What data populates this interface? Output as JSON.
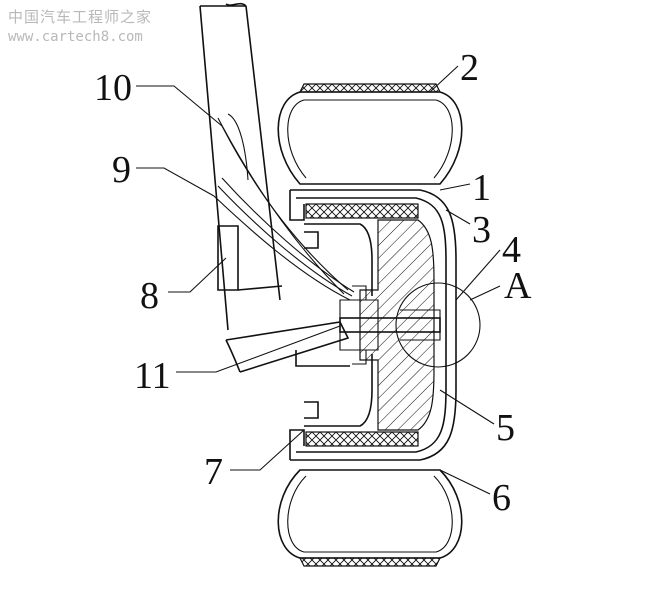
{
  "watermark": {
    "site_name": "中国汽车工程师之家",
    "url": "www.cartech8.com"
  },
  "callouts": {
    "c1": "1",
    "c2": "2",
    "c3": "3",
    "c4": "4",
    "c5": "5",
    "c6": "6",
    "c7": "7",
    "c8": "8",
    "c9": "9",
    "c10": "10",
    "c11": "11",
    "cA": "A"
  }
}
